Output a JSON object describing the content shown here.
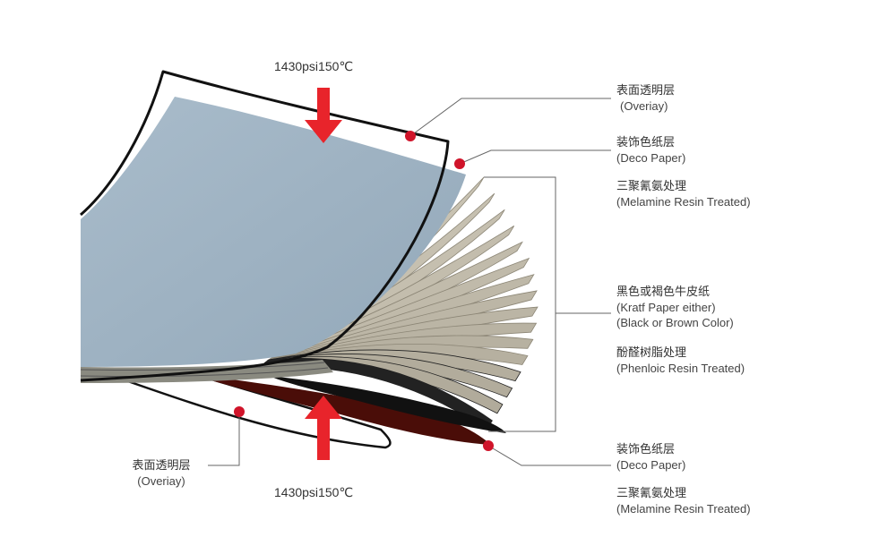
{
  "colors": {
    "arrow": "#e8242b",
    "dot": "#d0142a",
    "overlay": "#9fb3c4",
    "kraft": "#c7c1ae",
    "bottom_deco": "#4a0d08",
    "line": "#666666"
  },
  "pressure": {
    "top": "1430psi150℃",
    "bottom": "1430psi150℃"
  },
  "labels": {
    "overlay_top": {
      "cn": "表面透明层",
      "en": "(Overiay)"
    },
    "deco_top": {
      "cn": "装饰色纸层",
      "en": "(Deco Paper)"
    },
    "melamine_top": {
      "cn": "三聚氰氨处理",
      "en": "(Melamine Resin Treated)"
    },
    "kraft": {
      "cn": "黑色或褐色牛皮纸",
      "en1": "(Kratf Paper either)",
      "en2": "(Black or Brown Color)"
    },
    "phenolic": {
      "cn": "酚醛树脂处理",
      "en": "(Phenloic Resin Treated)"
    },
    "deco_bottom": {
      "cn": "装饰色纸层",
      "en": "(Deco Paper)"
    },
    "melamine_bottom": {
      "cn": "三聚氰氨处理",
      "en": "(Melamine Resin Treated)"
    },
    "overlay_bottom": {
      "cn": "表面透明层",
      "en": "(Overiay)"
    }
  }
}
